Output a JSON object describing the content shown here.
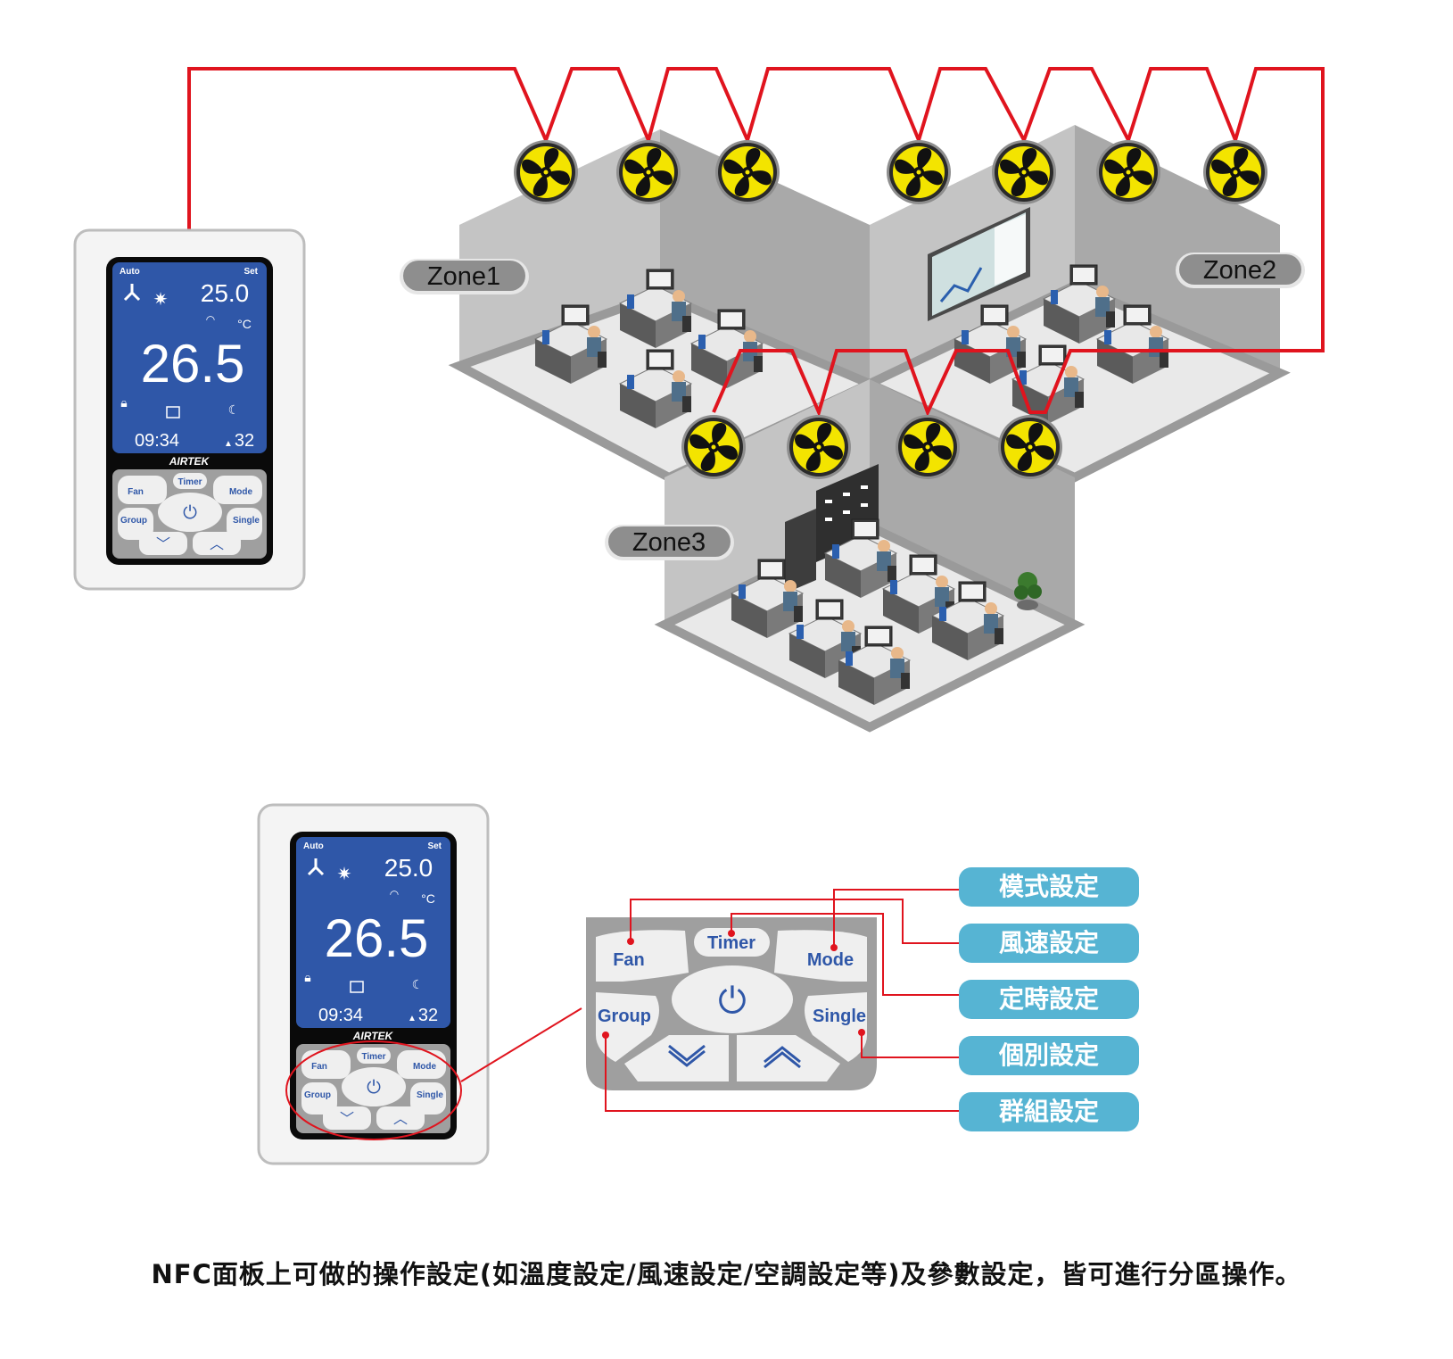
{
  "zones": {
    "zone1": "Zone1",
    "zone2": "Zone2",
    "zone3": "Zone3"
  },
  "controller": {
    "mode_label": "Auto",
    "set_label": "Set",
    "set_temp": "25.0",
    "current_temp": "26.5",
    "unit": "°C",
    "time": "09:34",
    "humidity": "32",
    "brand": "AIRTEK",
    "buttons": {
      "fan": "Fan",
      "timer": "Timer",
      "mode": "Mode",
      "group": "Group",
      "single": "Single"
    }
  },
  "callouts": {
    "mode_setting": "模式設定",
    "fan_speed_setting": "風速設定",
    "timer_setting": "定時設定",
    "single_setting": "個別設定",
    "group_setting": "群組設定"
  },
  "caption": "NFC面板上可做的操作設定(如溫度設定/風速設定/空調設定等)及參數設定，皆可進行分區操作。",
  "colors": {
    "wire": "#e0141e",
    "lcd": "#2f57a8",
    "callout": "#56b4d3",
    "fan_blade": "#f3e400",
    "wall": "#9a9a9a"
  }
}
